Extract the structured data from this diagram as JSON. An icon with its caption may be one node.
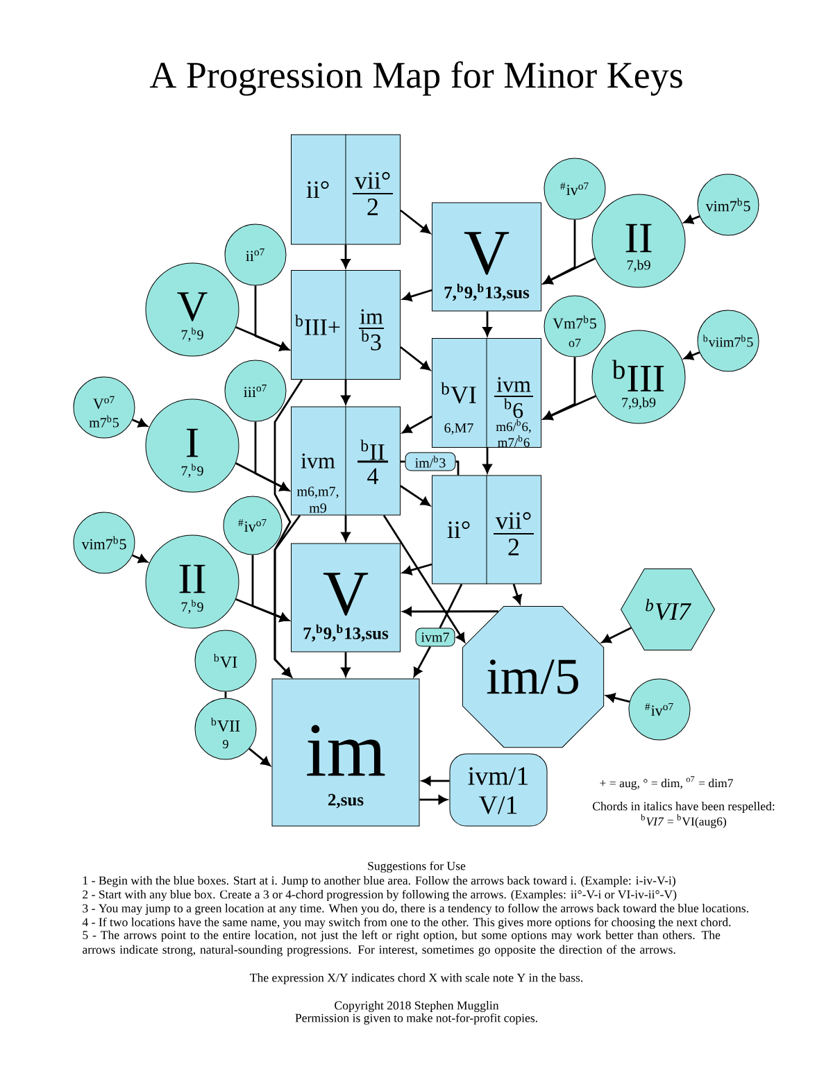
{
  "diagram": {
    "title": "A Progression Map for Minor Keys",
    "nodes": [
      {
        "text": [
          "ii°",
          "vii°",
          "2"
        ]
      },
      {
        "text": [
          "V",
          "7,$^{b}$9,$^{b}$13,sus"
        ]
      },
      {
        "text": [
          "ii$^{o7}$"
        ]
      },
      {
        "text": [
          "$^{#}$iv$^{o7}$"
        ]
      },
      {
        "text": [
          "II",
          "7,b9"
        ]
      },
      {
        "text": [
          "vim7$^{b}$5"
        ]
      },
      {
        "text": [
          "V",
          "7,$^{b}$9"
        ]
      },
      {
        "text": [
          "$^{b}$III+",
          "im",
          "$^{b}$3"
        ]
      },
      {
        "text": [
          "iii$^{o7}$"
        ]
      },
      {
        "text": [
          "Vm7$^{b}$5",
          "o7"
        ]
      },
      {
        "text": [
          "$^{b}$VI",
          "6,M7",
          "ivm",
          "$^{b}$6",
          "m6/$^{b}$6, m7/$^{b}$6"
        ]
      },
      {
        "text": [
          "$^{b}$III",
          "7,9,b9"
        ]
      },
      {
        "text": [
          "$^{b}$viim7$^{b}$5"
        ]
      },
      {
        "text": [
          "V$^{o7}$",
          "m7$^{b}$5"
        ]
      },
      {
        "text": [
          "I",
          "7,$^{b}$9"
        ]
      },
      {
        "text": [
          "ivm",
          "m6,m7, m9",
          "$^{b}$II",
          "4"
        ]
      },
      {
        "text": [
          "im/$^{b}$3"
        ]
      },
      {
        "text": [
          "ii°",
          "vii°",
          "2"
        ]
      },
      {
        "text": [
          "$^{#}$iv$^{o7}$"
        ]
      },
      {
        "text": [
          "vim7$^{b}$5"
        ]
      },
      {
        "text": [
          "II",
          "7,$^{b}$9"
        ]
      },
      {
        "text": [
          "V",
          "7,$^{b}$9,$^{b}$13,sus"
        ]
      },
      {
        "text": [
          "$^{b}$VI7"
        ]
      },
      {
        "text": [
          "ivm7"
        ]
      },
      {
        "text": [
          "im/5"
        ]
      },
      {
        "text": [
          "$^{b}$VI"
        ]
      },
      {
        "text": [
          "$^{b}$VII",
          "9"
        ]
      },
      {
        "text": [
          "$^{#}$iv$^{o7}$"
        ]
      },
      {
        "text": [
          "im",
          "2,sus"
        ]
      },
      {
        "text": [
          "ivm/1",
          "V/1"
        ]
      }
    ],
    "edges": [
      {
        "from": 0,
        "to": 1,
        "arrow": "to"
      },
      {
        "from": 0,
        "to": 7,
        "arrow": "to"
      },
      {
        "from": 1,
        "to": 7,
        "arrow": "to"
      },
      {
        "from": 1,
        "to": 10,
        "arrow": "to"
      },
      {
        "from": 3,
        "to": 1,
        "arrow": "to"
      },
      {
        "from": 4,
        "to": 1,
        "arrow": "to"
      },
      {
        "from": 5,
        "to": 4,
        "arrow": "to"
      },
      {
        "from": 2,
        "to": 7,
        "arrow": "to"
      },
      {
        "from": 6,
        "to": 7,
        "arrow": "to"
      },
      {
        "from": 7,
        "to": 10,
        "arrow": "to"
      },
      {
        "from": 7,
        "to": 15,
        "arrow": "to"
      },
      {
        "from": 7,
        "to": 28,
        "arrow": "to"
      },
      {
        "from": 10,
        "to": 15,
        "arrow": "to"
      },
      {
        "from": 10,
        "to": 17,
        "arrow": "to"
      },
      {
        "from": 9,
        "to": 10,
        "arrow": "to"
      },
      {
        "from": 11,
        "to": 10,
        "arrow": "to"
      },
      {
        "from": 12,
        "to": 11,
        "arrow": "to"
      },
      {
        "from": 13,
        "to": 14,
        "arrow": "to"
      },
      {
        "from": 8,
        "to": 15,
        "arrow": "to"
      },
      {
        "from": 14,
        "to": 15,
        "arrow": "to"
      },
      {
        "from": 19,
        "to": 20,
        "arrow": "to"
      },
      {
        "from": 18,
        "to": 21,
        "arrow": "to"
      },
      {
        "from": 20,
        "to": 21,
        "arrow": "to"
      },
      {
        "from": 15,
        "to": 21,
        "arrow": "to"
      },
      {
        "from": 15,
        "to": 17,
        "arrow": "to"
      },
      {
        "from": 15,
        "to": 16,
        "arrow": "none"
      },
      {
        "from": 16,
        "to": 17,
        "arrow": "none"
      },
      {
        "from": 15,
        "to": 24,
        "arrow": "to"
      },
      {
        "from": 15,
        "to": 28,
        "arrow": "to"
      },
      {
        "from": 17,
        "to": 21,
        "arrow": "to"
      },
      {
        "from": 17,
        "to": 24,
        "arrow": "to"
      },
      {
        "from": 17,
        "to": 23,
        "arrow": "none"
      },
      {
        "from": 23,
        "to": 28,
        "arrow": "to"
      },
      {
        "from": 24,
        "to": 21,
        "arrow": "to"
      },
      {
        "from": 21,
        "to": 28,
        "arrow": "to"
      },
      {
        "from": 22,
        "to": 24,
        "arrow": "to"
      },
      {
        "from": 27,
        "to": 24,
        "arrow": "to"
      },
      {
        "from": 25,
        "to": 26,
        "arrow": "none"
      },
      {
        "from": 26,
        "to": 28,
        "arrow": "to"
      },
      {
        "from": 29,
        "to": 28,
        "arrow": "to"
      },
      {
        "from": 28,
        "to": 29,
        "arrow": "to"
      }
    ],
    "labels": [
      "+ = aug, ° = dim, $^{o7}$ = dim7",
      "Chords in italics have been respelled:",
      "$^{b}$*VI7* = $^{b}$VI(aug6)",
      "Suggestions for Use",
      "1 - Begin with the blue boxes. Start at i. Jump to another blue area. Follow the arrows back toward i. (Example: i-iv-V-i)",
      "2 - Start with any blue box. Create a 3 or 4-chord progression by following the arrows. (Examples: ii°-V-i or VI-iv-ii°-V)",
      "3 - You may jump to a green location at any time. When you do, there is a tendency to follow the arrows back toward the blue locations.",
      "4 - If two locations have the same name, you may switch from one to the other. This gives more options for choosing the next chord.",
      "5 - The arrows point to the entire location, not just the left or right option, but some options may work better than others. The arrows indicate strong, natural-sounding progressions. For interest, sometimes go opposite the direction of the arrows.",
      "The expression X/Y indicates chord X with scale note Y in the bass.",
      "Copyright 2018 Stephen Mugglin",
      "Permission is given to make not-for-profit copies."
    ]
  }
}
